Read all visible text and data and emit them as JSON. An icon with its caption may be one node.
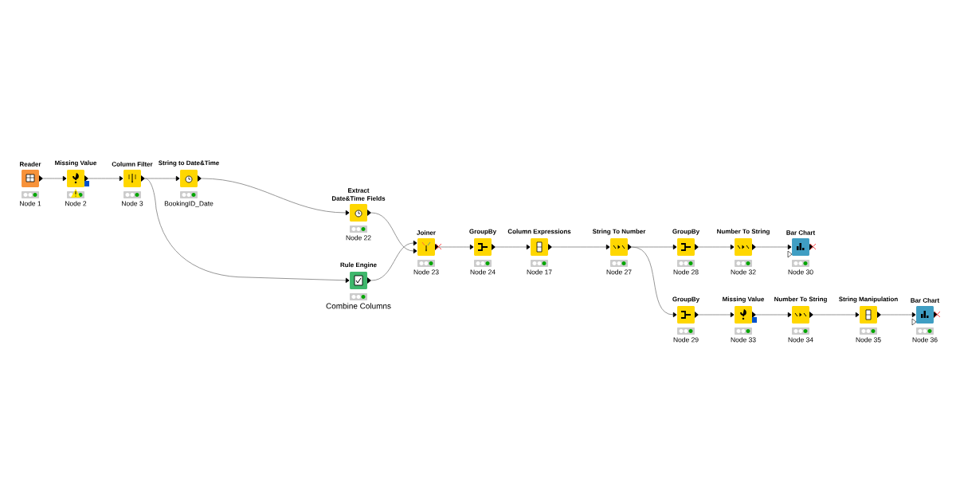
{
  "diagram": {
    "nodes": [
      {
        "text": [
          "Reader",
          "Node 1"
        ]
      },
      {
        "text": [
          "Missing Value",
          "Node 2"
        ]
      },
      {
        "text": [
          "Column Filter",
          "Node 3"
        ]
      },
      {
        "text": [
          "String to Date&Time",
          "BookingID_Date"
        ]
      },
      {
        "text": [
          "Extract Date&Time Fields",
          "Node 22"
        ]
      },
      {
        "text": [
          "Rule Engine",
          "Combine Columns"
        ]
      },
      {
        "text": [
          "Joiner",
          "Node 23"
        ]
      },
      {
        "text": [
          "GroupBy",
          "Node 24"
        ]
      },
      {
        "text": [
          "Column Expressions",
          "Node 17"
        ]
      },
      {
        "text": [
          "String To Number",
          "Node 27"
        ]
      },
      {
        "text": [
          "GroupBy",
          "Node 28"
        ]
      },
      {
        "text": [
          "Number To String",
          "Node 32"
        ]
      },
      {
        "text": [
          "Bar Chart",
          "Node 30"
        ]
      },
      {
        "text": [
          "GroupBy",
          "Node 29"
        ]
      },
      {
        "text": [
          "Missing Value",
          "Node 33"
        ]
      },
      {
        "text": [
          "Number To String",
          "Node 34"
        ]
      },
      {
        "text": [
          "String Manipulation",
          "Node 35"
        ]
      },
      {
        "text": [
          "Bar Chart",
          "Node 36"
        ]
      }
    ],
    "edges": [
      {
        "from": 0,
        "to": 1,
        "arrow": "to"
      },
      {
        "from": 1,
        "to": 2,
        "arrow": "to"
      },
      {
        "from": 2,
        "to": 3,
        "arrow": "to"
      },
      {
        "from": 3,
        "to": 4,
        "arrow": "to"
      },
      {
        "from": 2,
        "to": 5,
        "arrow": "to"
      },
      {
        "from": 4,
        "to": 6,
        "arrow": "to"
      },
      {
        "from": 5,
        "to": 6,
        "arrow": "to"
      },
      {
        "from": 6,
        "to": 7,
        "arrow": "to"
      },
      {
        "from": 7,
        "to": 8,
        "arrow": "to"
      },
      {
        "from": 8,
        "to": 9,
        "arrow": "to"
      },
      {
        "from": 9,
        "to": 10,
        "arrow": "to"
      },
      {
        "from": 10,
        "to": 11,
        "arrow": "to"
      },
      {
        "from": 11,
        "to": 12,
        "arrow": "to"
      },
      {
        "from": 9,
        "to": 13,
        "arrow": "to"
      },
      {
        "from": 13,
        "to": 14,
        "arrow": "to"
      },
      {
        "from": 14,
        "to": 15,
        "arrow": "to"
      },
      {
        "from": 15,
        "to": 16,
        "arrow": "to"
      },
      {
        "from": 16,
        "to": 17,
        "arrow": "to"
      }
    ]
  }
}
